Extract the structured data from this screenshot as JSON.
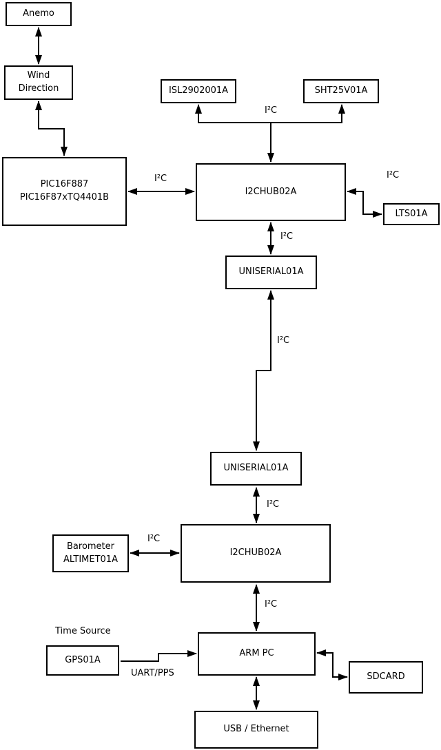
{
  "diagram": {
    "background": "#ffffff",
    "line_color": "#000000",
    "box_fill": "#ffffff",
    "nodes": {
      "anemo": {
        "label": "Anemo"
      },
      "wind": {
        "label": "Wind\nDirection"
      },
      "pic": {
        "label": "PIC16F887\nPIC16F87xTQ4401B"
      },
      "isl": {
        "label": "ISL2902001A"
      },
      "sht": {
        "label": "SHT25V01A"
      },
      "hub1": {
        "label": "I2CHUB02A"
      },
      "lts": {
        "label": "LTS01A"
      },
      "uniserial1": {
        "label": "UNISERIAL01A"
      },
      "uniserial2": {
        "label": "UNISERIAL01A"
      },
      "barometer": {
        "label": "Barometer\nALTIMET01A"
      },
      "hub2": {
        "label": "I2CHUB02A"
      },
      "gps": {
        "label": "GPS01A"
      },
      "armpc": {
        "label": "ARM PC"
      },
      "sdcard": {
        "label": "SDCARD"
      },
      "usb": {
        "label": "USB / Ethernet"
      }
    },
    "edges": [
      {
        "from": "anemo",
        "to": "wind",
        "bidirectional": true,
        "label": ""
      },
      {
        "from": "wind",
        "to": "pic",
        "bidirectional": true,
        "label": ""
      },
      {
        "from": "pic",
        "to": "hub1",
        "bidirectional": true,
        "label": "I²C"
      },
      {
        "from": "hub1",
        "to": "isl+sht",
        "bidirectional": true,
        "label": "I²C"
      },
      {
        "from": "hub1",
        "to": "lts",
        "bidirectional": true,
        "label": "I²C"
      },
      {
        "from": "hub1",
        "to": "uniserial1",
        "bidirectional": true,
        "label": "I²C"
      },
      {
        "from": "uniserial1",
        "to": "uniserial2",
        "bidirectional": true,
        "label": "I²C"
      },
      {
        "from": "uniserial2",
        "to": "hub2",
        "bidirectional": true,
        "label": "I²C"
      },
      {
        "from": "barometer",
        "to": "hub2",
        "bidirectional": true,
        "label": "I²C"
      },
      {
        "from": "hub2",
        "to": "armpc",
        "bidirectional": true,
        "label": "I²C"
      },
      {
        "from": "gps",
        "to": "armpc",
        "bidirectional": false,
        "label": "UART/PPS"
      },
      {
        "from": "armpc",
        "to": "sdcard",
        "bidirectional": true,
        "label": ""
      },
      {
        "from": "armpc",
        "to": "usb",
        "bidirectional": true,
        "label": ""
      }
    ],
    "annotations": {
      "time_source": "Time Source"
    }
  }
}
